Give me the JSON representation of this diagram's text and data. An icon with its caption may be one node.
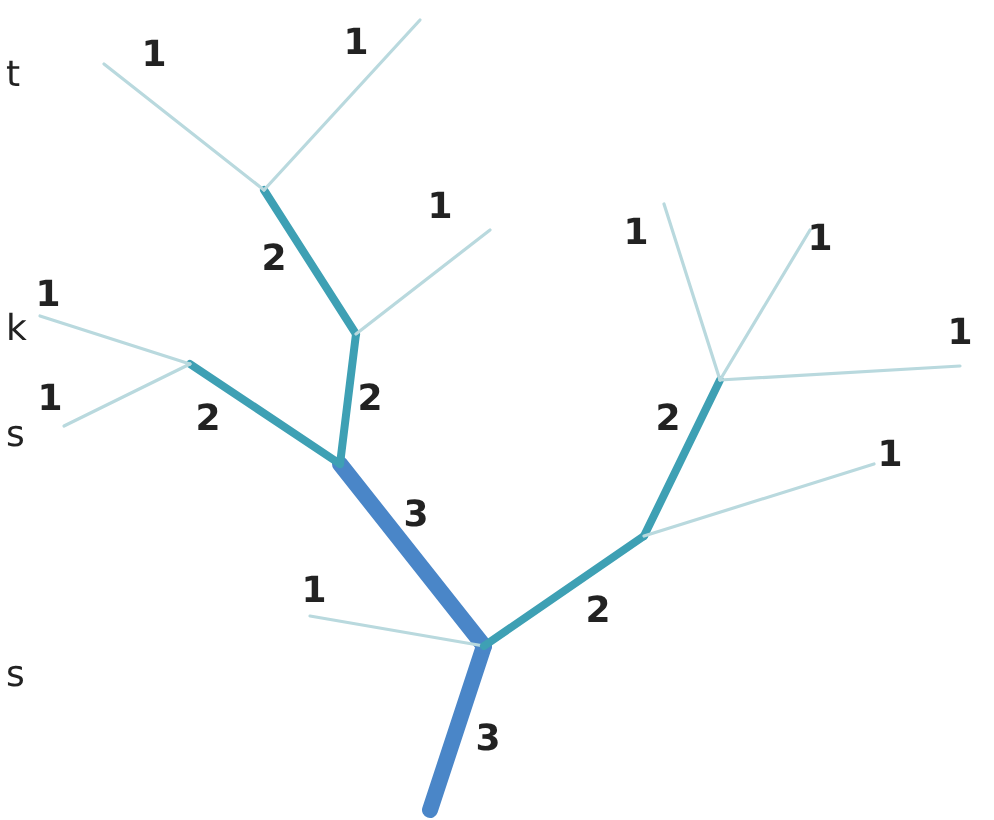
{
  "diagram": {
    "labels": [
      "t",
      "1",
      "1",
      "1",
      "1",
      "1",
      "2",
      "k",
      "1",
      "1",
      "2",
      "2",
      "1",
      "s",
      "2",
      "1",
      "3",
      "1",
      "2",
      "s",
      "3"
    ]
  }
}
